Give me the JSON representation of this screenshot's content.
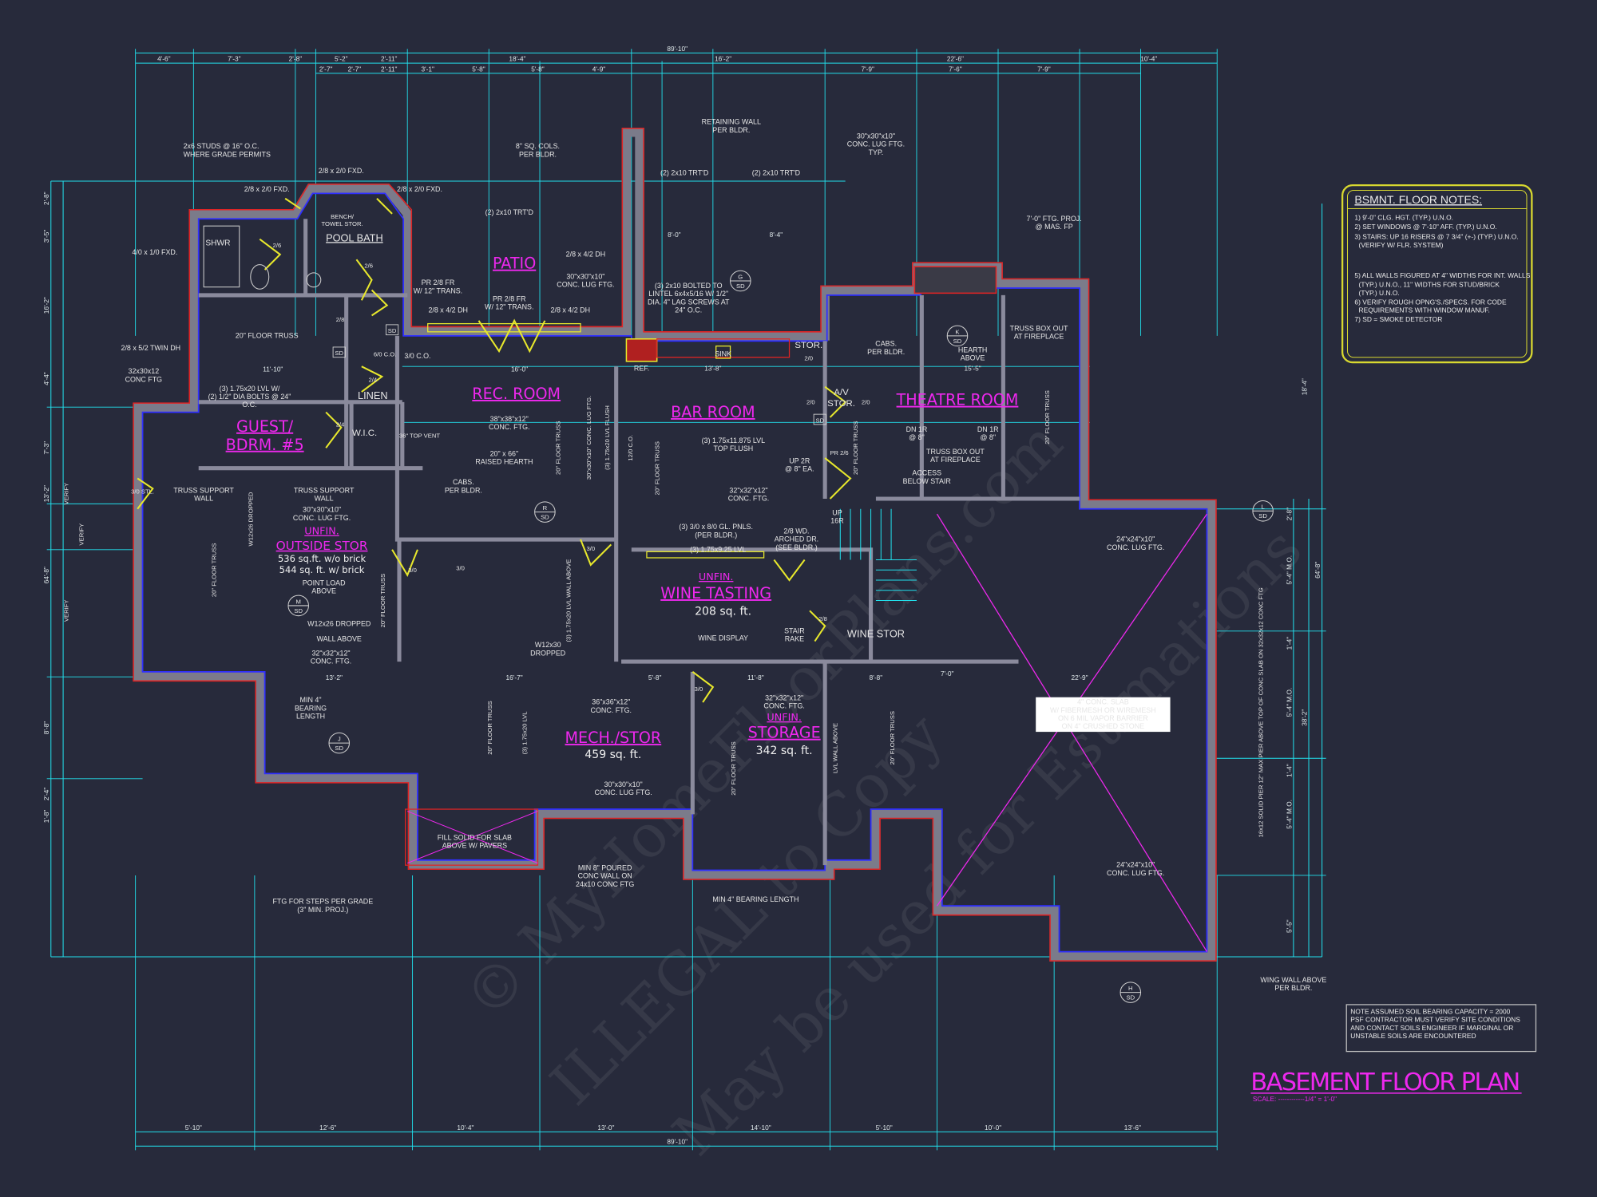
{
  "title": "BASEMENT FLOOR PLAN",
  "scale": "SCALE: ------------1/4\" = 1'-0\"",
  "watermark": [
    "© MyHomeFloorPlans.com",
    "ILLEGAL to Copy",
    "May be used for Estimations"
  ],
  "colors": {
    "background": "#272a3b",
    "dimension": "#22e0ec",
    "room_label": "#ee28ee",
    "wall_outline": "#2f2fff",
    "foundation": "#e02424",
    "door": "#e8e82c",
    "notes_border": "#d8d830"
  },
  "notes": {
    "heading": "BSMNT. FLOOR NOTES:",
    "items": [
      "1) 9'-0\" CLG. HGT. (TYP.) U.N.O.",
      "2) SET WINDOWS @ 7'-10\" AFF. (TYP.) U.N.O.",
      "3) STAIRS: UP 16 RISERS @ 7 3/4\" (+-) (TYP.) U.N.O.",
      "(VERIFY W/ FLR. SYSTEM)",
      "5) ALL WALLS FIGURED AT 4\" WIDTHS FOR INT. WALLS",
      "(TYP.) U.N.O., 11\" WIDTHS FOR STUD/BRICK",
      "(TYP.) U.N.O.",
      "6) VERIFY ROUGH OPNG'S./SPECS. FOR CODE",
      "REQUIREMENTS WITH WINDOW MANUF.",
      "7) SD = SMOKE DETECTOR"
    ]
  },
  "soil_note": [
    "NOTE ASSUMED SOIL BEARING CAPACITY = 2000",
    "PSF CONTRACTOR MUST VERIFY SITE CONDITIONS",
    "AND CONTACT SOILS ENGINEER IF MARGINAL OR",
    "UNSTABLE SOILS ARE ENCOUNTERED"
  ],
  "rooms": {
    "patio": "PATIO",
    "rec_room": "REC. ROOM",
    "bar_room": "BAR ROOM",
    "theatre_room": "THEATRE ROOM",
    "guest_bdrm": [
      "GUEST/",
      "BDRM. #5"
    ],
    "pool_bath": "POOL BATH",
    "outside_stor": {
      "prefix": "UNFIN.",
      "name": "OUTSIDE STOR",
      "area1": "536 sq.ft. w/o brick",
      "area2": "544 sq. ft. w/ brick"
    },
    "wine_tasting": {
      "prefix": "UNFIN.",
      "name": "WINE TASTING",
      "area": "208 sq. ft."
    },
    "mech_stor": {
      "name": "MECH./STOR",
      "area": "459 sq. ft."
    },
    "storage": {
      "prefix": "UNFIN.",
      "name": "STORAGE",
      "area": "342 sq. ft."
    },
    "wine_stor": "WINE STOR",
    "linen": "LINEN",
    "wic": "W.I.C.",
    "shwr": "SHWR",
    "stor": "STOR.",
    "av_stor": [
      "A/V",
      "STOR."
    ],
    "bench": [
      "BENCH/",
      "TOWEL STOR."
    ]
  },
  "dimensions": {
    "overall_top": "89'-10\"",
    "overall_bottom": "89'-10\"",
    "top": [
      "4'-6\"",
      "7'-3\"",
      "2'-8\"",
      "5'-2\"",
      "2'-11\"",
      "18'-4\"",
      "16'-2\"",
      "22'-6\"",
      "10'-4\""
    ],
    "top2": [
      "2'-7\"",
      "2'-7\"",
      "2'-11\"",
      "3'-1\"",
      "5'-8\"",
      "5'-8\"",
      "4'-9\"",
      "7'-9\"",
      "7'-6\"",
      "7'-9\""
    ],
    "bottom": [
      "5'-10\"",
      "12'-6\"",
      "10'-4\"",
      "13'-0\"",
      "14'-10\"",
      "5'-10\"",
      "10'-0\"",
      "13'-6\""
    ],
    "left": [
      "2'-8\"",
      "3'-5\"",
      "16'-2\"",
      "4'-4\"",
      "7'-3\"",
      "13'-2\"",
      "64'-8\"",
      "8'-8\"",
      "2'-4\"",
      "1'-8\""
    ],
    "right": [
      "2'-8\"",
      "5'-4\" M.O.",
      "1'-4\"",
      "5'-4\" M.O.",
      "1'-4\"",
      "5'-4\" M.O.",
      "5'-5\"",
      "64'-8\"",
      "38'-2\"",
      "18'-4\""
    ],
    "interior": [
      "16'-0\"",
      "13'-8\"",
      "15'-5\"",
      "11'-10\"",
      "13'-2\"",
      "16'-7\"",
      "5'-8\"",
      "11'-8\"",
      "8'-8\"",
      "22'-9\"",
      "7'-0\"",
      "8'-0\"",
      "8'-4\""
    ]
  },
  "annotations": [
    [
      "2x6 STUDS @ 16\" O.C.",
      "WHERE GRADE PERMITS"
    ],
    [
      "2/8 x 2/0 FXD."
    ],
    [
      "2/8 x 2/0 FXD."
    ],
    [
      "2/8 x 2/0 FXD."
    ],
    [
      "4/0 x 1/0 FXD."
    ],
    [
      "2/8 x 5/2 TWIN DH"
    ],
    [
      "20\" FLOOR TRUSS"
    ],
    [
      "(3) 1.75x20 LVL W/",
      "(2) 1/2\" DIA BOLTS @ 24\"",
      "O.C."
    ],
    [
      "TRUSS SUPPORT",
      "WALL"
    ],
    [
      "TRUSS SUPPORT",
      "WALL"
    ],
    [
      "30\"x30\"x10\"",
      "CONC. LUG FTG."
    ],
    [
      "POINT LOAD",
      "ABOVE"
    ],
    [
      "W12x26 DROPPED"
    ],
    [
      "WALL ABOVE"
    ],
    [
      "32\"x32\"x12\"",
      "CONC. FTG."
    ],
    [
      "MIN 4\"",
      "BEARING",
      "LENGTH"
    ],
    [
      "RETAINING WALL",
      "PER BLDR."
    ],
    [
      "8\" SQ. COLS.",
      "PER BLDR."
    ],
    [
      "(2) 2x10 TRT'D"
    ],
    [
      "(2) 2x10 TRT'D"
    ],
    [
      "(2) 2x10 TRT'D"
    ],
    [
      "30\"x30\"x10\"",
      "CONC. LUG FTG.",
      "TYP."
    ],
    [
      "7'-0\" FTG. PROJ.",
      "@ MAS. FP"
    ],
    [
      "(3) 2x10 BOLTED TO",
      "LINTEL 6x4x5/16 W/ 1/2\"",
      "DIA. 4\" LAG SCREWS AT",
      "24\" O.C."
    ],
    [
      "30\"x30\"x10\"",
      "CONC. LUG FTG."
    ],
    [
      "PR 2/8 FR",
      "W/ 12\" TRANS."
    ],
    [
      "2/8 x 4/2 DH"
    ],
    [
      "2/8 x 4/2 DH"
    ],
    [
      "38\"x38\"x12\"",
      "CONC. FTG."
    ],
    [
      "20\" x 66\"",
      "RAISED HEARTH"
    ],
    [
      "CABS.",
      "PER BLDR."
    ],
    [
      "(3) 1.75x11.875 LVL",
      "TOP FLUSH"
    ],
    [
      "UP 2R",
      "@ 8\" EA."
    ],
    [
      "32\"x32\"x12\"",
      "CONC. FTG."
    ],
    [
      "(3) 3/0 x 8/0 GL. PNLS.",
      "(PER BLDR.)"
    ],
    [
      "(3) 1.75x9.25 LVL"
    ],
    [
      "2/8 WD.",
      "ARCHED DR.",
      "(SEE BLDR.)"
    ],
    [
      "WINE DISPLAY"
    ],
    [
      "STAIR",
      "RAKE"
    ],
    [
      "CABS.",
      "PER BLDR."
    ],
    [
      "HEARTH",
      "ABOVE"
    ],
    [
      "TRUSS BOX OUT",
      "AT FIREPLACE"
    ],
    [
      "TRUSS BOX OUT",
      "AT FIREPLACE"
    ],
    [
      "ACCESS",
      "BELOW STAIR"
    ],
    [
      "DN 1R",
      "@ 8\""
    ],
    [
      "DN 1R",
      "@ 8\""
    ],
    [
      "24\"x24\"x10\"",
      "CONC. LUG FTG."
    ],
    [
      "4\" CONC. SLAB",
      "W/ FIBERMESH OR WIREMESH",
      "ON 6 MIL VAPOR BARRIER",
      "ON 4\" CRUSHED STONE"
    ],
    [
      "24\"x24\"x10\"",
      "CONC. LUG FTG."
    ],
    [
      "WING WALL ABOVE",
      "PER BLDR."
    ],
    [
      "36\"x36\"x12\"",
      "CONC. FTG."
    ],
    [
      "30\"x30\"x10\"",
      "CONC. LUG FTG."
    ],
    [
      "FILL SOLID FOR SLAB",
      "ABOVE W/ PAVERS"
    ],
    [
      "MIN 8\" POURED",
      "CONC WALL ON",
      "24x10 CONC FTG"
    ],
    [
      "MIN 4\" BEARING LENGTH"
    ],
    [
      "FTG FOR STEPS PER GRADE",
      "(3\" MIN. PROJ.)"
    ],
    [
      "W12x30",
      "DROPPED"
    ],
    [
      "32\"x32\"x12\"",
      "CONC. FTG."
    ],
    [
      "PR 2/8 FR",
      "W/ 12\" TRANS."
    ],
    [
      "2/8 x 4/2 DH"
    ],
    [
      "32x30x12",
      "CONC FTG"
    ],
    [
      "3/0 C.O."
    ],
    [
      "UP",
      "16R"
    ],
    [
      "REF."
    ],
    [
      "SINK"
    ]
  ],
  "vertical_labels": [
    "20\" FLOOR TRUSS",
    "20\" FLOOR TRUSS",
    "20\" FLOOR TRUSS",
    "20\" FLOOR TRUSS",
    "20\" FLOOR TRUSS",
    "20\" FLOOR TRUSS",
    "20\" FLOOR TRUSS",
    "20\" FLOOR TRUSS",
    "(3) 1.75x20 LVL FLUSH",
    "12/0 C.O.",
    "30\"x30\"x10\" CONC. LUG FTG.",
    "VERIFY",
    "VERIFY",
    "VERIFY",
    "(3) 1.75x20 LVL",
    "(3) 1.75x20 LVL WALL ABOVE",
    "LVL WALL ABOVE",
    "W12x26 DROPPED",
    "20\" FLOOR TRUSS",
    "16x12 SOLID PIER 12\" MAX PIER ABOVE TOP OF CONC SLAB ON 32x32x12 CONC FTG"
  ],
  "door_tags": [
    "2/6",
    "2/6",
    "2/8",
    "2/4",
    "2/4",
    "3/0",
    "3/0",
    "3/0",
    "2/0",
    "2/0",
    "2/0",
    "2/8",
    "3/0 STL.",
    "36\" TOP VENT",
    "PR 2/6",
    "6/0 C.O.",
    "3/0"
  ],
  "section_markers": [
    {
      "letter": "G",
      "sub": "SD"
    },
    {
      "letter": "K",
      "sub": "SD"
    },
    {
      "letter": "R",
      "sub": "SD"
    },
    {
      "letter": "L",
      "sub": "SD"
    },
    {
      "letter": "M",
      "sub": "SD"
    },
    {
      "letter": "J",
      "sub": "SD"
    },
    {
      "letter": "H",
      "sub": "SD"
    }
  ],
  "sd_tags": [
    "SD",
    "SD",
    "SD"
  ]
}
